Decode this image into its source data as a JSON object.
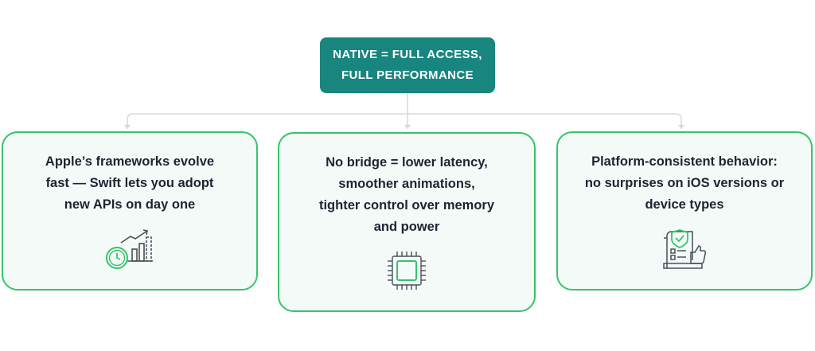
{
  "header": {
    "line1": "NATIVE = FULL ACCESS,",
    "line2": "FULL PERFORMANCE",
    "color": "#18867f"
  },
  "cards": [
    {
      "lines": [
        "Apple’s frameworks evolve",
        "fast — Swift lets you adopt",
        "new APIs on day one"
      ],
      "icon": "growth-chart-clock-icon"
    },
    {
      "lines": [
        "No bridge = lower latency,",
        "smoother animations,",
        "tighter control over memory",
        "and power"
      ],
      "icon": "cpu-chip-icon"
    },
    {
      "lines": [
        "Platform-consistent behavior:",
        "no surprises on iOS versions or",
        "device types"
      ],
      "icon": "shield-checklist-icon"
    }
  ],
  "colors": {
    "card_border": "#35c46a",
    "card_bg": "#f4faf8",
    "connector": "#d5d9dd",
    "icon_green": "#35c46a",
    "icon_gray": "#4a4f55"
  }
}
